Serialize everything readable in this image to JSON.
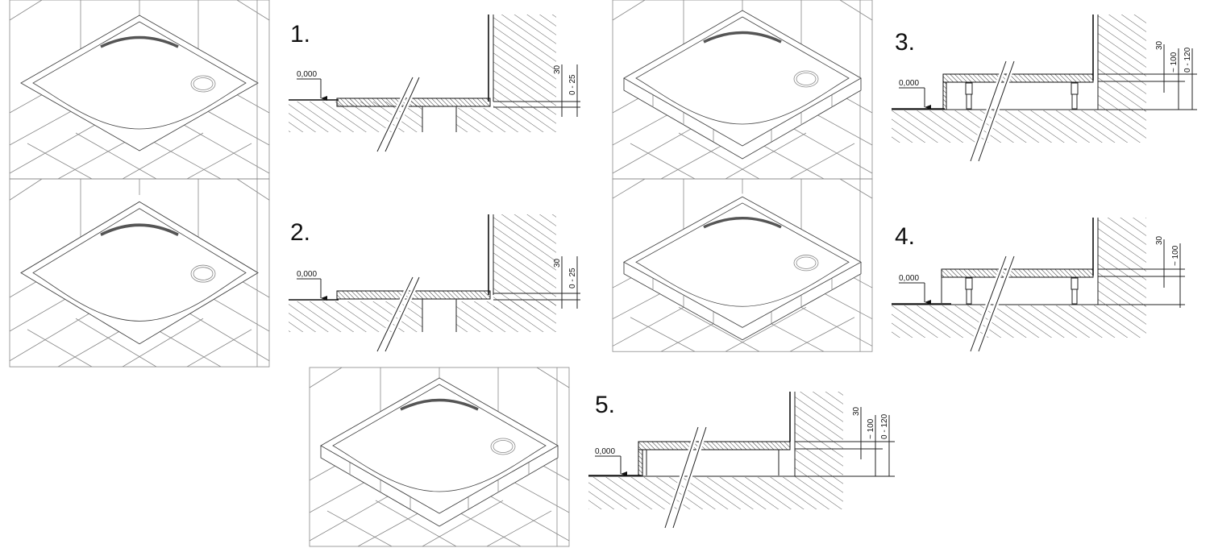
{
  "variants": [
    {
      "number": "1.",
      "level": "0,000",
      "dims": [
        "30",
        "0 - 25"
      ]
    },
    {
      "number": "2.",
      "level": "0,000",
      "dims": [
        "30",
        "0 - 25"
      ]
    },
    {
      "number": "3.",
      "level": "0,000",
      "dims": [
        "30",
        "~ 100",
        "0 - 120"
      ]
    },
    {
      "number": "4.",
      "level": "0,000",
      "dims": [
        "30",
        "~ 100"
      ]
    },
    {
      "number": "5.",
      "level": "0,000",
      "dims": [
        "30",
        "~ 100",
        "0 - 120"
      ]
    }
  ]
}
